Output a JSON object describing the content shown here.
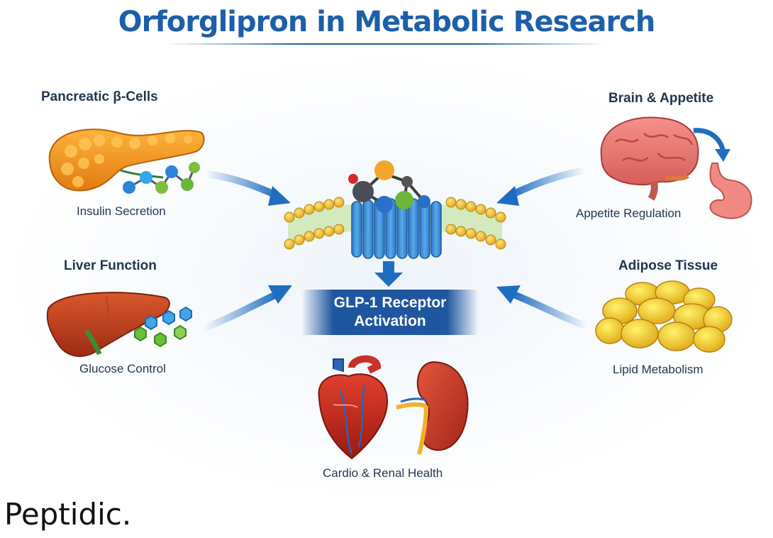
{
  "title": "Orforglipron in Metabolic Research",
  "center": {
    "line1": "GLP-1 Receptor",
    "line2": "Activation"
  },
  "nodes": {
    "pancreas": {
      "heading": "Pancreatic β-Cells",
      "caption": "Insulin Secretion"
    },
    "brain": {
      "heading": "Brain & Appetite",
      "caption": "Appetite Regulation"
    },
    "liver": {
      "heading": "Liver Function",
      "caption": "Glucose Control"
    },
    "adipose": {
      "heading": "Adipose Tissue",
      "caption": "Lipid Metabolism"
    },
    "cardio": {
      "caption": "Cardio & Renal Health"
    }
  },
  "brand": "Peptidic.",
  "colors": {
    "title": "#1d5fa8",
    "arrow": "#1f6dc0",
    "receptor": "#3d8fd6",
    "lipid_head": "#f2c23a"
  }
}
